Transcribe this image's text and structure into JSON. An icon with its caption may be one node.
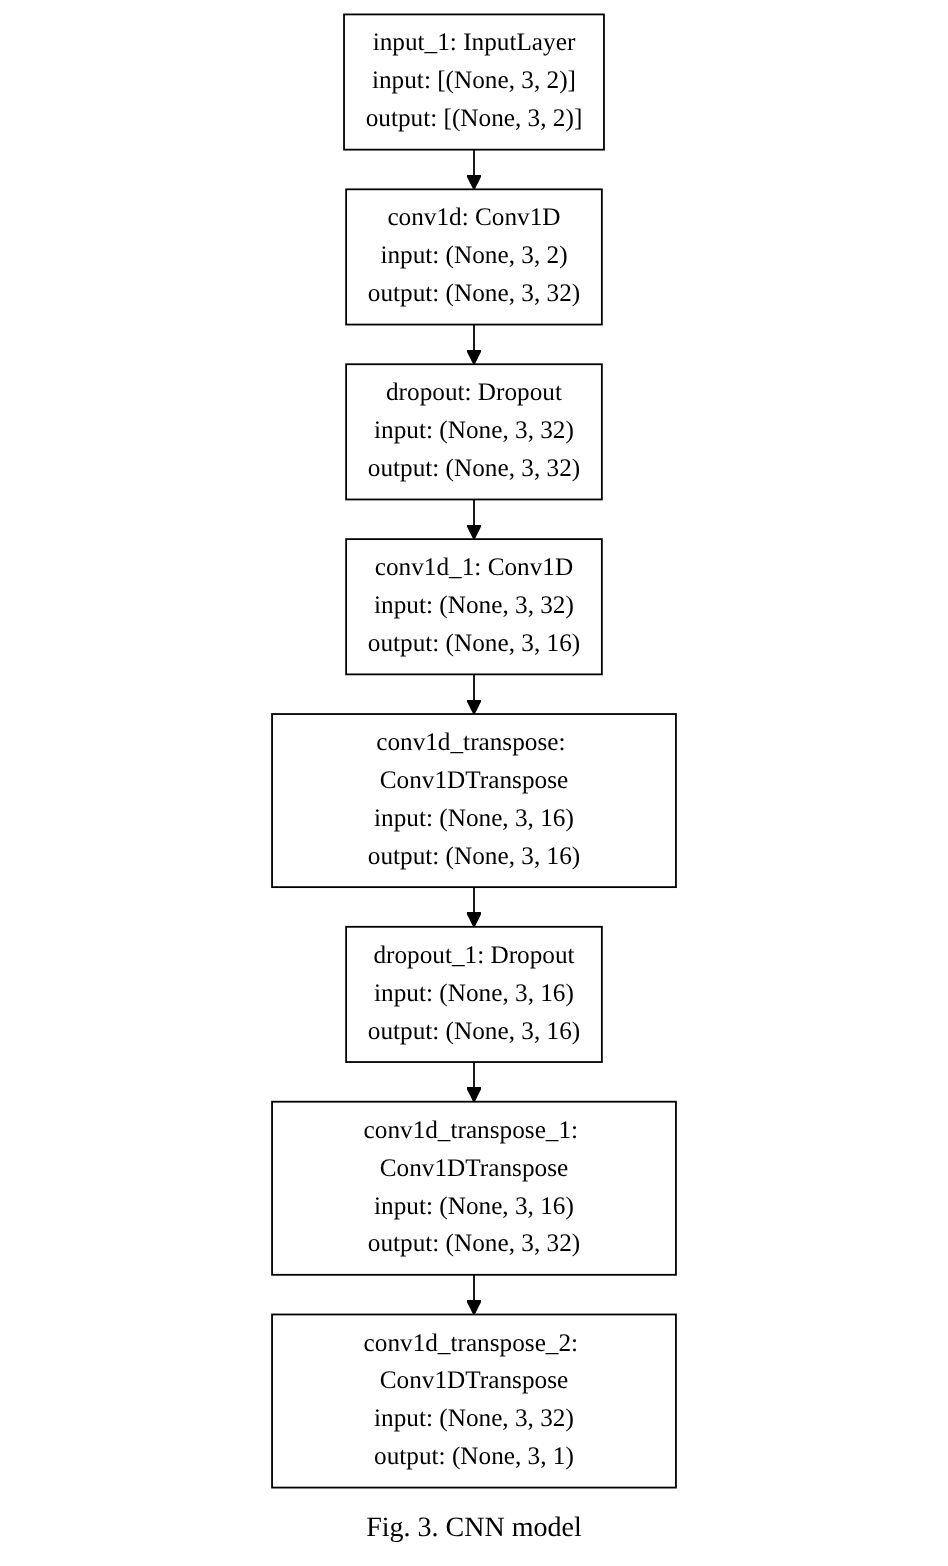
{
  "diagram": {
    "caption": "Fig. 3. CNN model",
    "nodes": [
      {
        "text": [
          "input_1: InputLayer",
          "input:",
          "[(None, 3, 2)]",
          "output:",
          "[(None, 3, 2)]"
        ]
      },
      {
        "text": [
          "conv1d: Conv1D",
          "input:",
          "(None, 3, 2)",
          "output:",
          "(None, 3, 32)"
        ]
      },
      {
        "text": [
          "dropout: Dropout",
          "input:",
          "(None, 3, 32)",
          "output:",
          "(None, 3, 32)"
        ]
      },
      {
        "text": [
          "conv1d_1: Conv1D",
          "input:",
          "(None, 3, 32)",
          "output:",
          "(None, 3, 16)"
        ]
      },
      {
        "text": [
          "conv1d_transpose: Conv1DTranspose",
          "input:",
          "(None, 3, 16)",
          "output:",
          "(None, 3, 16)"
        ]
      },
      {
        "text": [
          "dropout_1: Dropout",
          "input:",
          "(None, 3, 16)",
          "output:",
          "(None, 3, 16)"
        ]
      },
      {
        "text": [
          "conv1d_transpose_1: Conv1DTranspose",
          "input:",
          "(None, 3, 16)",
          "output:",
          "(None, 3, 32)"
        ]
      },
      {
        "text": [
          "conv1d_transpose_2: Conv1DTranspose",
          "input:",
          "(None, 3, 32)",
          "output:",
          "(None, 3, 1)"
        ]
      }
    ],
    "edges": [
      {
        "from": 0,
        "to": 1,
        "arrow": "to"
      },
      {
        "from": 1,
        "to": 2,
        "arrow": "to"
      },
      {
        "from": 2,
        "to": 3,
        "arrow": "to"
      },
      {
        "from": 3,
        "to": 4,
        "arrow": "to"
      },
      {
        "from": 4,
        "to": 5,
        "arrow": "to"
      },
      {
        "from": 5,
        "to": 6,
        "arrow": "to"
      },
      {
        "from": 6,
        "to": 7,
        "arrow": "to"
      }
    ]
  }
}
